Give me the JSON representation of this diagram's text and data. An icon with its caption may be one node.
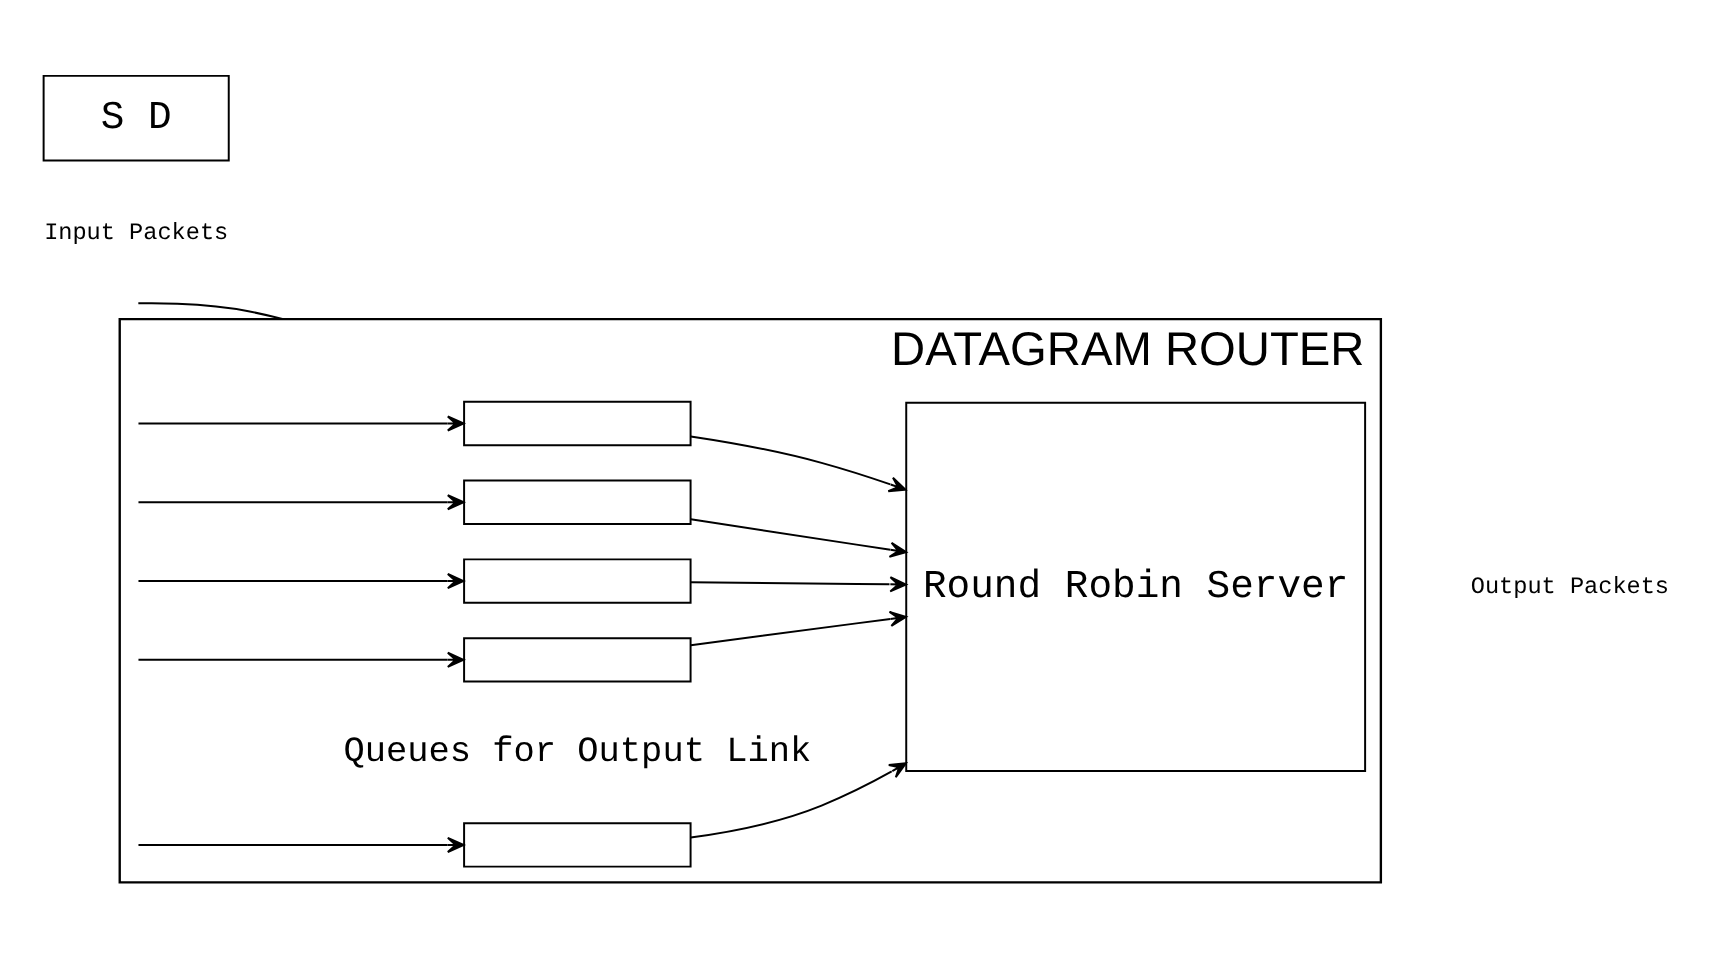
{
  "diagram": {
    "nodes": [
      {
        "text": [
          "DATAGRAM ROUTER"
        ]
      },
      {
        "text": [
          "S D"
        ]
      },
      {
        "text": [],
        "shape": "box",
        "in": 0
      },
      {
        "text": [],
        "shape": "box",
        "in": 0
      },
      {
        "text": [],
        "shape": "box",
        "in": 0
      },
      {
        "text": [],
        "shape": "box",
        "in": 0
      },
      {
        "text": [],
        "shape": "box",
        "in": 0
      },
      {
        "text": [
          "Round Robin Server"
        ],
        "in": 0
      }
    ],
    "edges": [
      {
        "from": null,
        "to": 0,
        "arrow": "none"
      },
      {
        "from": null,
        "to": 2,
        "arrow": "to"
      },
      {
        "from": null,
        "to": 3,
        "arrow": "to"
      },
      {
        "from": null,
        "to": 4,
        "arrow": "to"
      },
      {
        "from": null,
        "to": 5,
        "arrow": "to"
      },
      {
        "from": null,
        "to": 6,
        "arrow": "to"
      },
      {
        "from": 2,
        "to": 7,
        "arrow": "to"
      },
      {
        "from": 3,
        "to": 7,
        "arrow": "to"
      },
      {
        "from": 4,
        "to": 7,
        "arrow": "to"
      },
      {
        "from": 5,
        "to": 7,
        "arrow": "to"
      },
      {
        "from": 6,
        "to": 7,
        "arrow": "to"
      }
    ],
    "labels": [
      "Input Packets",
      "Queues for Output Link",
      "Output Packets"
    ]
  }
}
